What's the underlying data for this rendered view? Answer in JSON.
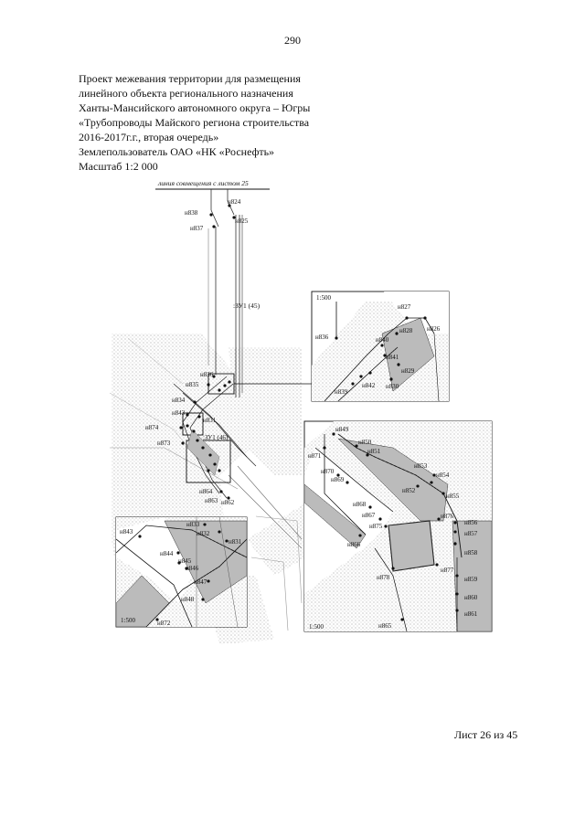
{
  "page_number": "290",
  "title_lines": [
    "Проект межевания территории для размещения",
    "линейного объекта регионального назначения",
    "Ханты-Мансийского автономного округа – Югры",
    "«Трубопроводы Майского региона строительства",
    "2016-2017г.г., вторая очередь»",
    "Землепользователь ОАО «НК «Роснефть»",
    "Масштаб 1:2 000"
  ],
  "map": {
    "match_line_label": "линия совмещения с листом 25",
    "zu_labels": [
      ":ЗУ1 (45)",
      ":ЗУ1 (46)"
    ],
    "main_points": [
      {
        "label": "н838"
      },
      {
        "label": "н837"
      },
      {
        "label": "н824"
      },
      {
        "label": "н825"
      },
      {
        "label": "н836"
      },
      {
        "label": "н835"
      },
      {
        "label": "н834"
      },
      {
        "label": "н843"
      },
      {
        "label": "н831"
      },
      {
        "label": "н874"
      },
      {
        "label": "н873"
      },
      {
        "label": "н864"
      },
      {
        "label": "н863"
      },
      {
        "label": "н862"
      }
    ],
    "inset_top": {
      "scale": "1:500",
      "points": [
        {
          "label": "н827"
        },
        {
          "label": "н826"
        },
        {
          "label": "н828"
        },
        {
          "label": "н836"
        },
        {
          "label": "н840"
        },
        {
          "label": "н841"
        },
        {
          "label": "н829"
        },
        {
          "label": "н842"
        },
        {
          "label": "н830"
        },
        {
          "label": "н839"
        }
      ]
    },
    "inset_right": {
      "scale": "1:500",
      "points": [
        {
          "label": "н849"
        },
        {
          "label": "н850"
        },
        {
          "label": "н871"
        },
        {
          "label": "н851"
        },
        {
          "label": "н870"
        },
        {
          "label": "н869"
        },
        {
          "label": "н853"
        },
        {
          "label": "н854"
        },
        {
          "label": "н852"
        },
        {
          "label": "н855"
        },
        {
          "label": "н868"
        },
        {
          "label": "н867"
        },
        {
          "label": "н876"
        },
        {
          "label": "н875"
        },
        {
          "label": "н856"
        },
        {
          "label": "н857"
        },
        {
          "label": "н866"
        },
        {
          "label": "н858"
        },
        {
          "label": "н878"
        },
        {
          "label": "н877"
        },
        {
          "label": "н859"
        },
        {
          "label": "н860"
        },
        {
          "label": "н861"
        },
        {
          "label": "н865"
        }
      ]
    },
    "inset_left": {
      "scale": "1:500",
      "points": [
        {
          "label": "н833"
        },
        {
          "label": "н832"
        },
        {
          "label": "н843"
        },
        {
          "label": "н831"
        },
        {
          "label": "н844"
        },
        {
          "label": "н845"
        },
        {
          "label": "н846"
        },
        {
          "label": "н847"
        },
        {
          "label": "н848"
        },
        {
          "label": "н872"
        }
      ]
    }
  },
  "sheet_footer": "Лист 26 из 45"
}
